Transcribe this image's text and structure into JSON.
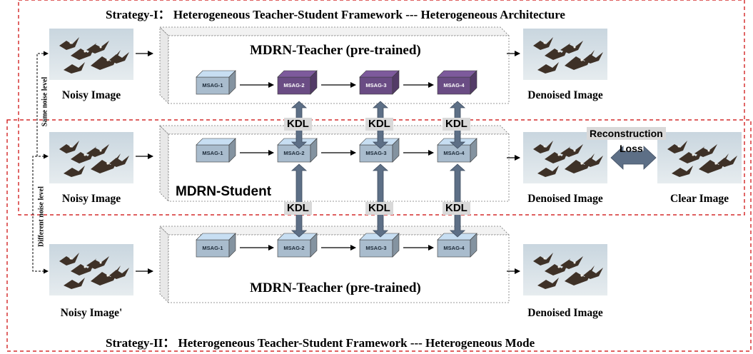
{
  "strategy1": {
    "title": "Strategy-I： Heterogeneous Teacher-Student Framework --- Heterogeneous Architecture",
    "teacher_label": "MDRN-Teacher (pre-trained)",
    "input_caption": "Noisy Image",
    "output_caption": "Denoised Image",
    "modules": [
      "MSAG-1",
      "MSAG-2",
      "MSAG-3",
      "MSAG-4"
    ]
  },
  "student": {
    "label": "MDRN-Student",
    "input_caption": "Noisy Image",
    "output_caption": "Denoised Image",
    "modules": [
      "MSAG-1",
      "MSAG-2",
      "MSAG-3",
      "MSAG-4"
    ],
    "reconstruction_label": "Reconstruction",
    "loss_label": "Loss",
    "clear_caption": "Clear Image"
  },
  "strategy2": {
    "title": "Strategy-II： Heterogeneous Teacher-Student Framework --- Heterogeneous Mode",
    "teacher_label": "MDRN-Teacher (pre-trained)",
    "input_caption": "Noisy Image'",
    "output_caption": "Denoised Image",
    "modules": [
      "MSAG-1",
      "MSAG-2",
      "MSAG-3",
      "MSAG-4"
    ]
  },
  "kdl_label": "KDL",
  "side_labels": {
    "same": "Same noise level",
    "different": "Different noise level"
  },
  "colors": {
    "teacher_module": "#6a4c84",
    "student_module": "#a9bccd",
    "frame_dash": "#cc0000",
    "kdl_arrow": "#5d6f86"
  }
}
